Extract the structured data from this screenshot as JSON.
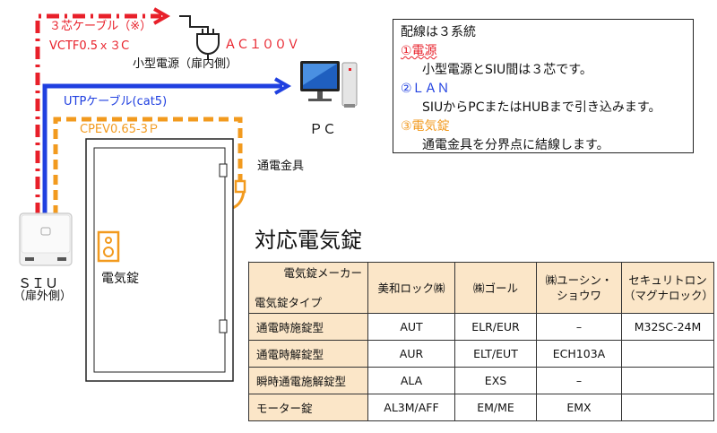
{
  "wires": {
    "power_cable_line1": "３芯ケーブル（※）",
    "power_cable_line2": "VCTF0.5ｘ３C",
    "ac_label": "ＡＣ１００Ｖ",
    "psu_label": "小型電源（扉内側）",
    "utp_label": "UTPケーブル(cat5)",
    "cpev_label": "CPEV0.65-3Ｐ",
    "strike_label": "通電金具",
    "pc_label": "ＰＣ",
    "siu_label_line1": "ＳＩＵ",
    "siu_label_line2": "（扉外側）",
    "lock_label": "電気錠",
    "colors": {
      "power": "#e8202a",
      "lan": "#2040e0",
      "lock": "#f29a1e"
    }
  },
  "note": {
    "heading": "配線は３系統",
    "item1_title": "①電源",
    "item1_text": "小型電源とSIU間は３芯です。",
    "item2_title": "②ＬＡＮ",
    "item2_text": "SIUからPCまたはHUBまで引き込みます。",
    "item3_title": "③電気錠",
    "item3_text": "通電金具を分界点に結線します。"
  },
  "table": {
    "title": "対応電気錠",
    "corner_top": "電気錠メーカー",
    "corner_bottom": "電気錠タイプ",
    "makers": [
      "美和ロック㈱",
      "㈱ゴール",
      "㈱ユーシン・\nショウワ",
      "セキュリトロン\n（マグナロック）"
    ],
    "rows": [
      {
        "type": "通電時施錠型",
        "cells": [
          "AUT",
          "ELR/EUR",
          "–",
          "M32SC-24M"
        ]
      },
      {
        "type": "通電時解錠型",
        "cells": [
          "AUR",
          "ELT/EUT",
          "ECH103A",
          ""
        ]
      },
      {
        "type": "瞬時通電施解錠型",
        "cells": [
          "ALA",
          "EXS",
          "–",
          ""
        ]
      },
      {
        "type": "モーター錠",
        "cells": [
          "AL3M/AFF",
          "EM/ME",
          "EMX",
          ""
        ]
      }
    ]
  }
}
